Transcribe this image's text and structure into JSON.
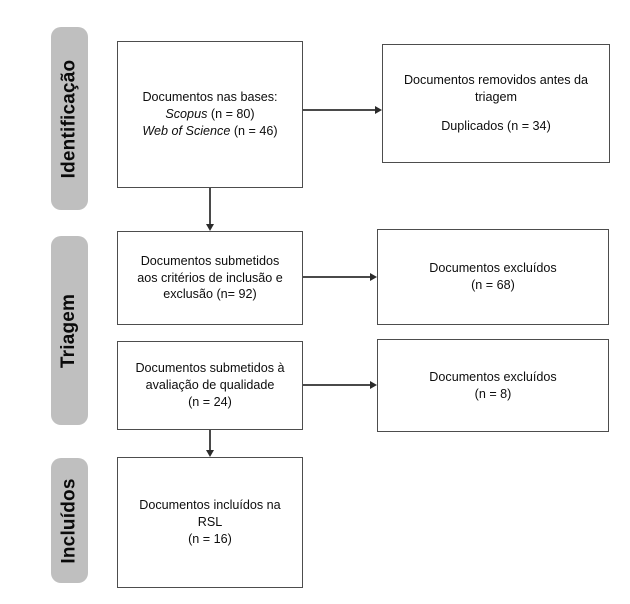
{
  "diagram": {
    "type": "prisma-flow-diagram",
    "title": "",
    "colors": {
      "stage_pill_fill": "#bfbfbf",
      "box_border": "#4d4d4d",
      "connector": "#4a4a4a",
      "background": "#ffffff",
      "text": "#0d0d0d"
    },
    "stages": [
      {
        "id": "identificacao",
        "label": "Identificação"
      },
      {
        "id": "triagem",
        "label": "Triagem"
      },
      {
        "id": "incluidos",
        "label": "Incluídos"
      }
    ],
    "boxes": [
      {
        "id": "records-identified",
        "stage": "identificacao",
        "column": "left",
        "lines": [
          {
            "text": "Documentos nas bases:",
            "style": "normal"
          },
          {
            "text": "Scopus (n = 80)",
            "style": "italic-lead",
            "italic_part": "Scopus",
            "rest": " (n = 80)"
          },
          {
            "text": "Web of Science (n = 46)",
            "style": "italic-lead",
            "italic_part": "Web of Science",
            "rest": " (n = 46)"
          }
        ]
      },
      {
        "id": "records-removed",
        "stage": "identificacao",
        "column": "right",
        "lines": [
          {
            "text": "Documentos removidos antes da",
            "style": "normal"
          },
          {
            "text": "triagem",
            "style": "normal"
          },
          {
            "text": "",
            "style": "spacer"
          },
          {
            "text": "Duplicados (n = 34)",
            "style": "normal"
          }
        ]
      },
      {
        "id": "records-screened",
        "stage": "triagem",
        "column": "left",
        "lines": [
          {
            "text": "Documentos submetidos",
            "style": "normal"
          },
          {
            "text": "aos critérios de inclusão e",
            "style": "normal"
          },
          {
            "text": "exclusão (n= 92)",
            "style": "normal"
          }
        ]
      },
      {
        "id": "records-excluded-1",
        "stage": "triagem",
        "column": "right",
        "lines": [
          {
            "text": "Documentos excluídos",
            "style": "normal"
          },
          {
            "text": "(n = 68)",
            "style": "normal"
          }
        ]
      },
      {
        "id": "records-quality-assessed",
        "stage": "triagem",
        "column": "left",
        "lines": [
          {
            "text": "Documentos submetidos à",
            "style": "normal"
          },
          {
            "text": "avaliação de qualidade",
            "style": "normal"
          },
          {
            "text": "(n = 24)",
            "style": "normal"
          }
        ]
      },
      {
        "id": "records-excluded-2",
        "stage": "triagem",
        "column": "right",
        "lines": [
          {
            "text": "Documentos excluídos",
            "style": "normal"
          },
          {
            "text": "(n = 8)",
            "style": "normal"
          }
        ]
      },
      {
        "id": "records-included",
        "stage": "incluidos",
        "column": "left",
        "lines": [
          {
            "text": "Documentos incluídos na",
            "style": "normal"
          },
          {
            "text": "RSL",
            "style": "normal"
          },
          {
            "text": "(n = 16)",
            "style": "normal"
          }
        ]
      }
    ],
    "counts": {
      "scopus": 80,
      "web_of_science": 46,
      "duplicates_removed": 34,
      "screened": 92,
      "excluded_screening": 68,
      "quality_assessed": 24,
      "excluded_quality": 8,
      "included": 16
    },
    "connectors": [
      {
        "id": "identified-to-removed",
        "from": "records-identified",
        "to": "records-removed",
        "direction": "right"
      },
      {
        "id": "identified-to-screened",
        "from": "records-identified",
        "to": "records-screened",
        "direction": "down"
      },
      {
        "id": "screened-to-excluded1",
        "from": "records-screened",
        "to": "records-excluded-1",
        "direction": "right"
      },
      {
        "id": "quality-to-excluded2",
        "from": "records-quality-assessed",
        "to": "records-excluded-2",
        "direction": "right"
      },
      {
        "id": "quality-to-included",
        "from": "records-quality-assessed",
        "to": "records-included",
        "direction": "down"
      }
    ]
  }
}
